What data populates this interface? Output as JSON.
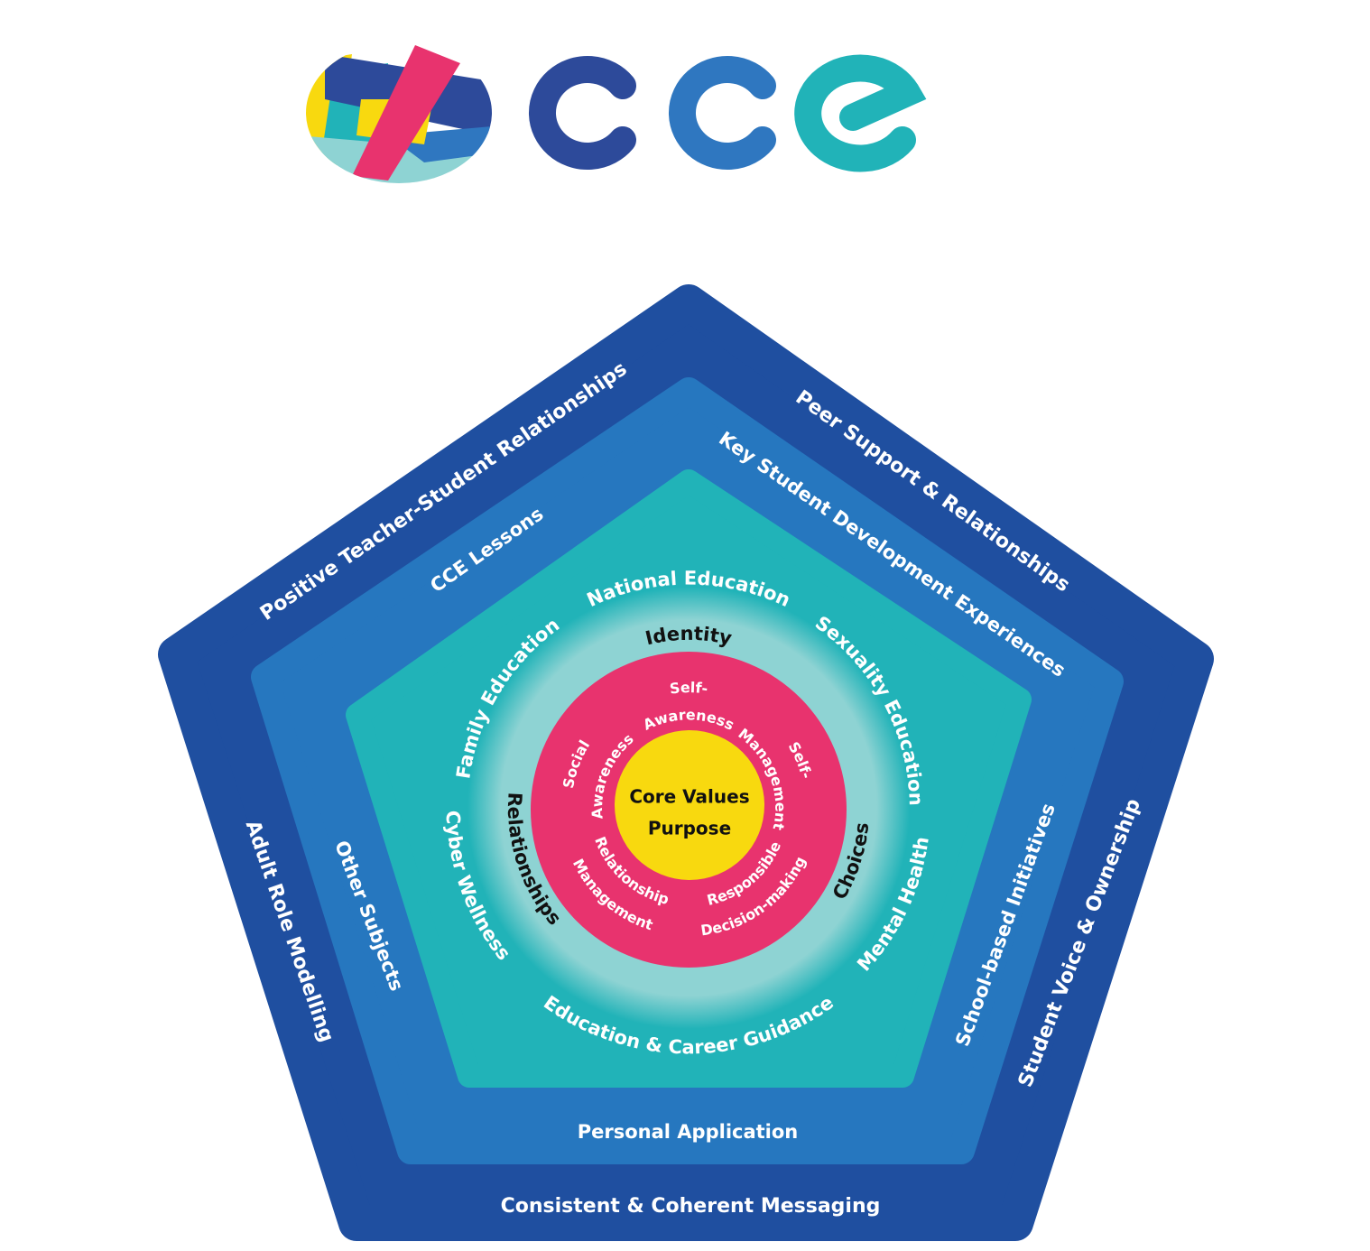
{
  "logo": {
    "text": "cce"
  },
  "colors": {
    "outer": "#1f4fa0",
    "middle": "#2677bf",
    "teal": "#21b3b8",
    "light": "#8ed3d3",
    "pink": "#e8336e",
    "yellow": "#f8d90f"
  },
  "outer_layer": {
    "top_left": "Positive Teacher-Student Relationships",
    "top_right": "Peer Support & Relationships",
    "left": "Adult Role Modelling",
    "right": "Student Voice & Ownership",
    "bottom": "Consistent & Coherent Messaging"
  },
  "middle_layer": {
    "top_left": "CCE Lessons",
    "top_right": "Key Student Development Experiences",
    "left": "Other Subjects",
    "right": "School-based Initiatives",
    "bottom": "Personal Application"
  },
  "teal_layer": {
    "top": "National Education",
    "top_left": "Family Education",
    "top_right": "Sexuality Education",
    "left": "Cyber Wellness",
    "right": "Mental Health",
    "bottom": "Education & Career Guidance"
  },
  "light_ring": {
    "top": "Identity",
    "left": "Relationships",
    "right": "Choices"
  },
  "pink_ring": {
    "self_awareness": [
      "Self-",
      "Awareness"
    ],
    "self_management": [
      "Self-",
      "Management"
    ],
    "social_awareness": [
      "Social",
      "Awareness"
    ],
    "relationship_management": [
      "Relationship",
      "Management"
    ],
    "responsible_decision_making": [
      "Responsible",
      "Decision-making"
    ]
  },
  "core": {
    "line1": "Core Values",
    "line2": "Purpose"
  }
}
